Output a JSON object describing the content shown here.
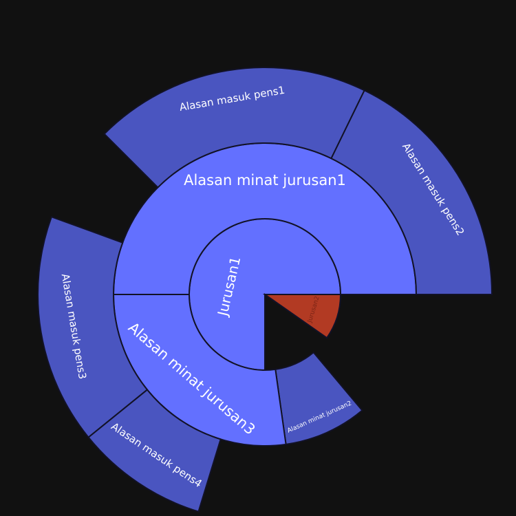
{
  "chart_data": {
    "type": "sunburst",
    "colors": {
      "background": "#111111",
      "level1": "#6370ff",
      "level2": "#6370ff",
      "level3": "#4a55c0",
      "other": "#b23a23",
      "stroke": "#121226",
      "label": "#ffffff",
      "other_label": "#7a2416"
    },
    "rings": [
      {
        "level": 1,
        "segments": [
          {
            "id": "jurusan1",
            "label": "Jurusan1",
            "start_deg": 90,
            "end_deg": 395,
            "color": "#6370ff"
          },
          {
            "id": "jurusan2",
            "label": "Jurusan2",
            "start_deg": 0,
            "end_deg": 35,
            "color": "#b23a23"
          }
        ]
      },
      {
        "level": 2,
        "segments": [
          {
            "id": "alasan-minat-jurusan1",
            "label": "Alasan minat jurusan1",
            "start_deg": 180,
            "end_deg": 360,
            "color": "#6370ff"
          },
          {
            "id": "alasan-minat-jurusan2",
            "label": "Alasan minat jurusan2",
            "start_deg": 50,
            "end_deg": 82,
            "color": "#4a55c0"
          },
          {
            "id": "alasan-minat-jurusan3",
            "label": "Alasan minat jurusan3",
            "start_deg": 82,
            "end_deg": 180,
            "color": "#6370ff"
          }
        ]
      },
      {
        "level": 3,
        "segments": [
          {
            "id": "alasan-masuk-pens1",
            "label": "Alasan masuk pens1",
            "start_deg": 225,
            "end_deg": 296,
            "color": "#4a55c0"
          },
          {
            "id": "alasan-masuk-pens2",
            "label": "Alasan masuk pens2",
            "start_deg": 296,
            "end_deg": 360,
            "color": "#4a55c0"
          },
          {
            "id": "alasan-masuk-pens3",
            "label": "Alasan masuk pens3",
            "start_deg": 141,
            "end_deg": 200,
            "color": "#4a55c0"
          },
          {
            "id": "alasan-masuk-pens4",
            "label": "Alasan masuk pens4",
            "start_deg": 107,
            "end_deg": 141,
            "color": "#4a55c0"
          }
        ]
      }
    ]
  }
}
